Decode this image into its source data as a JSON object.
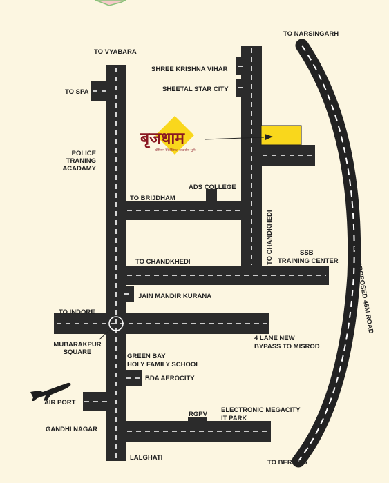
{
  "labels": {
    "to_vyabara": "TO VYABARA",
    "to_narsingarh": "TO NARSINGARH",
    "shree_krishna_vihar": "SHREE KRISHNA VIHAR",
    "sheetal_star_city": "SHEETAL STAR CITY",
    "to_spa": "TO SPA",
    "police_training_line1": "POLICE",
    "police_training_line2": "TRANING",
    "police_training_line3": "ACADAMY",
    "ads_college": "ADS COLLEGE",
    "to_brijdham": "TO BRIJDHAM",
    "to_chandkhedi_vertical": "TO CHANDKHEDI",
    "ssb_line1": "SSB",
    "ssb_line2": "TRAINING CENTER",
    "to_chandkhedi": "TO CHANDKHEDI",
    "jain_mandir": "JAIN MANDIR KURANA",
    "to_indore": "TO INDORE",
    "mubarakpur_line1": "MUBARAKPUR",
    "mubarakpur_line2": "SQUARE",
    "bypass_line1": "4 LANE NEW",
    "bypass_line2": "BYPASS TO MISROD",
    "green_bay": "GREEN BAY",
    "holy_family": "HOLY FAMILY SCHOOL",
    "bda_aerocity": "BDA AEROCITY",
    "air_port": "AIR PORT",
    "rgpv": "RGPV",
    "electronic_line1": "ELECTRONIC MEGACITY",
    "electronic_line2": "IT PARK",
    "gandhi_nagar": "GANDHI NAGAR",
    "lalghati": "LALGHATI",
    "to_berasia": "TO BERASIA",
    "bda_road": "BDA PROPOSED 45M ROAD"
  },
  "logo": {
    "title": "बृजधाम",
    "tagline": "प्रीमियम रेसिडेंशियल आवासीय भूमि"
  },
  "colors": {
    "background": "#fcf6e1",
    "road": "#2b2b2b",
    "dash": "#ffffff",
    "highlight": "#f9d71c",
    "logo_red": "#8a1822"
  }
}
